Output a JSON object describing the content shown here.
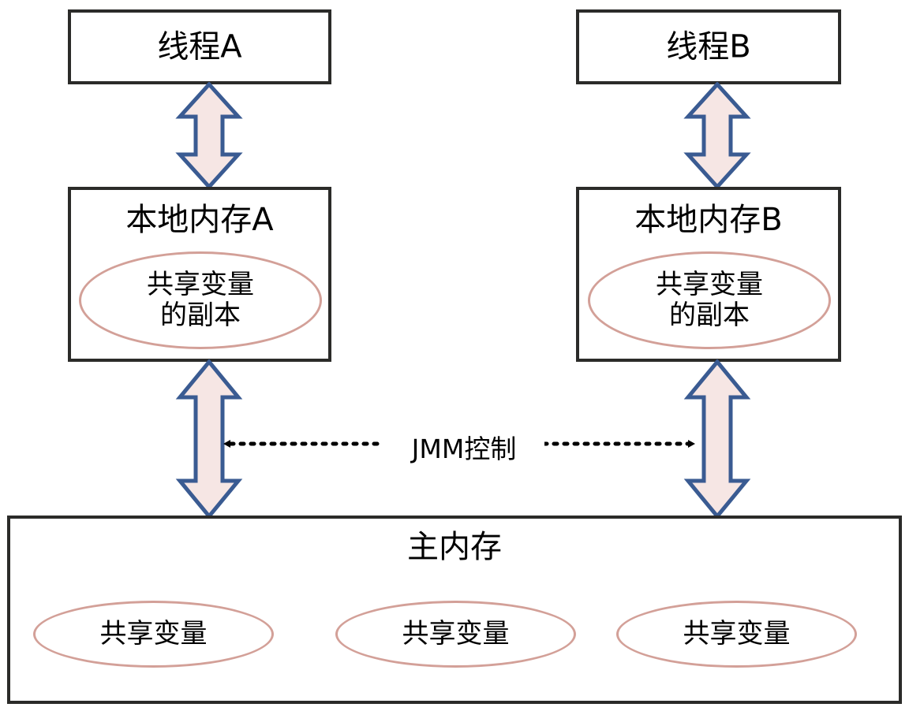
{
  "diagram": {
    "title_semantic": "java-memory-model-jmm-diagram",
    "colors": {
      "box_border": "#2b2b29",
      "ellipse_border": "#d3a098",
      "arrow_stroke": "#3a5b92",
      "arrow_fill": "#f6e6e4",
      "text": "#000000",
      "dotted_line": "#000000",
      "background": "#ffffff"
    },
    "threads": [
      {
        "id": "thread-a",
        "label": "线程A"
      },
      {
        "id": "thread-b",
        "label": "线程B"
      }
    ],
    "local_memories": [
      {
        "id": "local-memory-a",
        "label": "本地内存A",
        "variable_label": "共享变量\n的副本"
      },
      {
        "id": "local-memory-b",
        "label": "本地内存B",
        "variable_label": "共享变量\n的副本"
      }
    ],
    "main_memory": {
      "id": "main-memory",
      "label": "主内存",
      "variables": [
        {
          "id": "shared-variable-1",
          "label": "共享变量"
        },
        {
          "id": "shared-variable-2",
          "label": "共享变量"
        },
        {
          "id": "shared-variable-3",
          "label": "共享变量"
        }
      ]
    },
    "control_link": {
      "id": "jmm-control",
      "label": "JMM控制",
      "style": "dotted",
      "direction": "bidirectional"
    },
    "connectors": [
      {
        "id": "arrow-thread-a-local-a",
        "from": "线程A",
        "to": "本地内存A",
        "direction": "bidirectional"
      },
      {
        "id": "arrow-thread-b-local-b",
        "from": "线程B",
        "to": "本地内存B",
        "direction": "bidirectional"
      },
      {
        "id": "arrow-local-a-main",
        "from": "本地内存A",
        "to": "主内存",
        "direction": "bidirectional"
      },
      {
        "id": "arrow-local-b-main",
        "from": "本地内存B",
        "to": "主内存",
        "direction": "bidirectional"
      }
    ]
  }
}
